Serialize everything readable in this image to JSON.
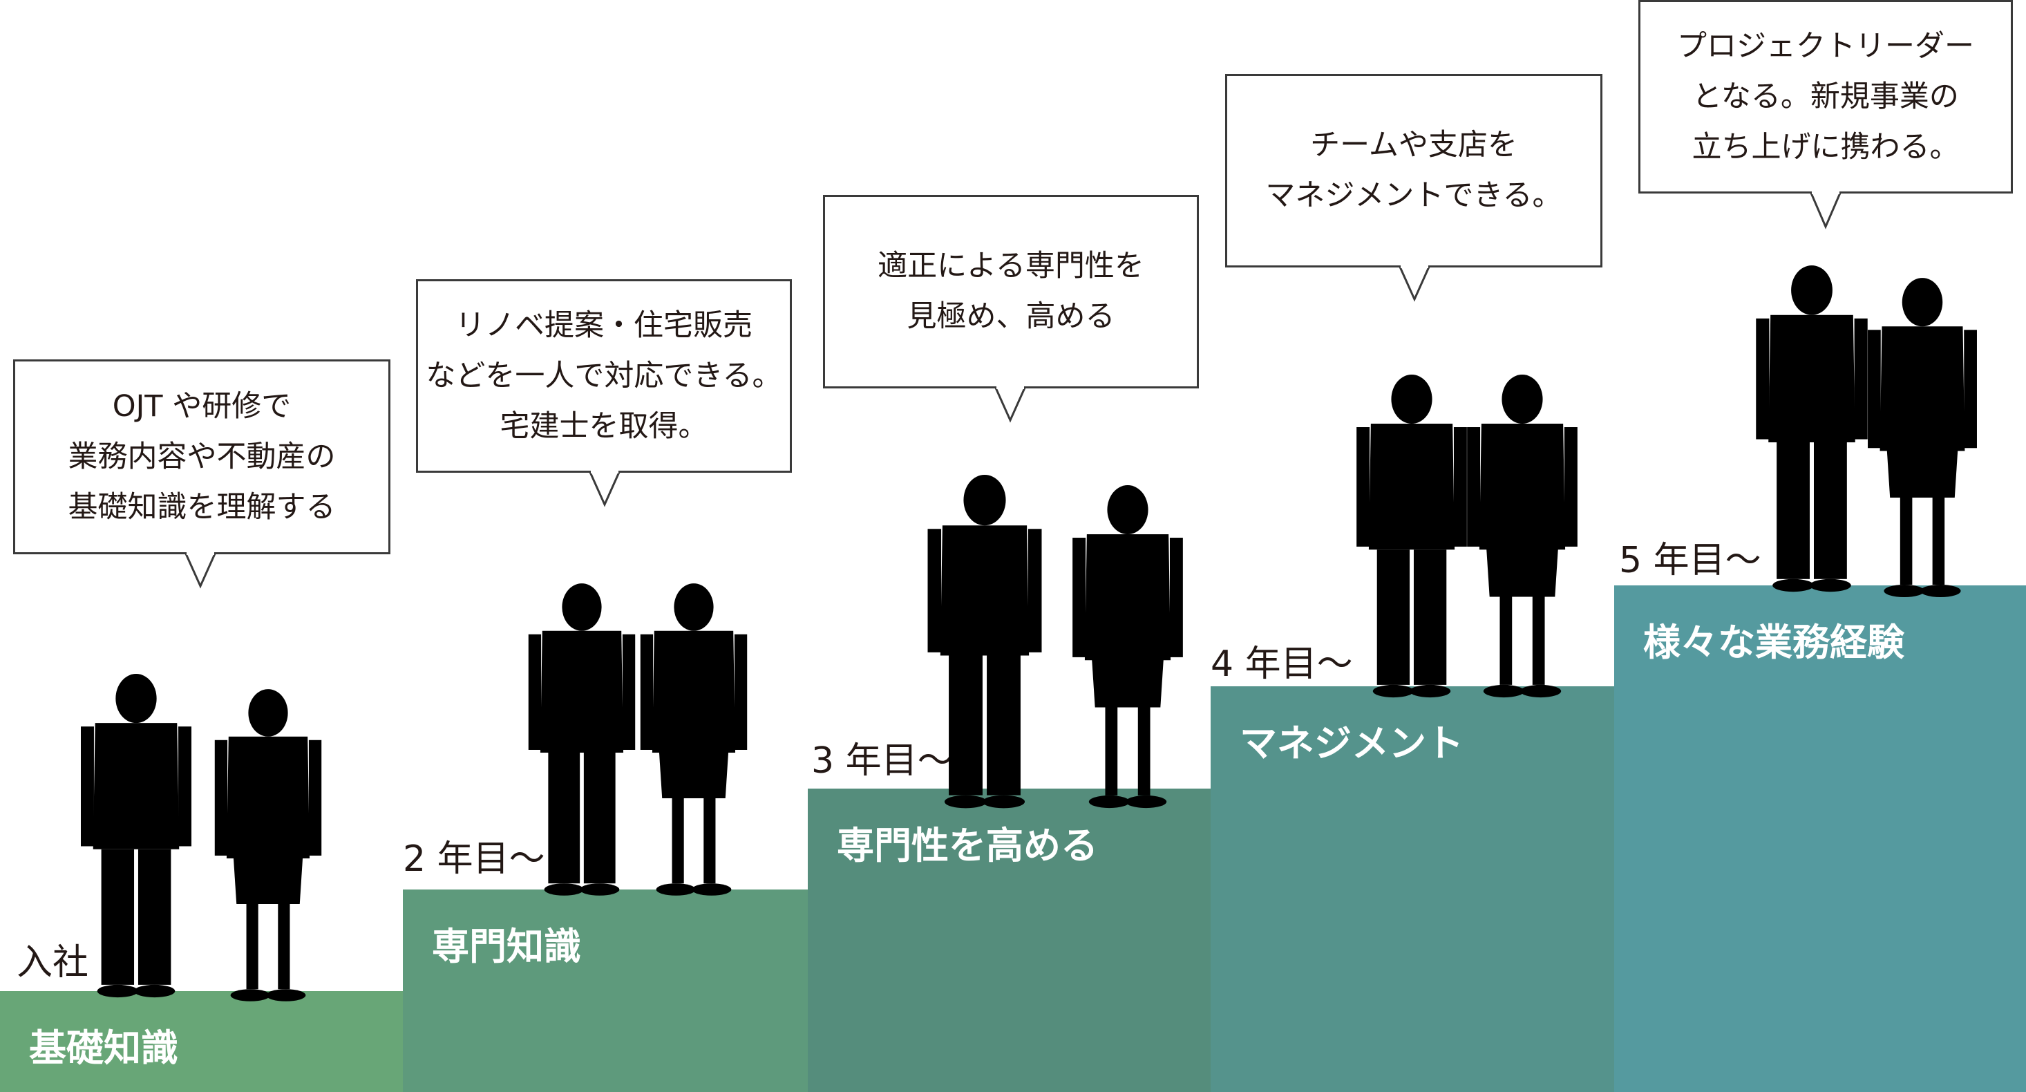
{
  "steps": [
    {
      "year": "入社",
      "label": "基礎知識",
      "color": "#68a677",
      "bubble": [
        "OJT や研修で",
        "業務内容や不動産の",
        "基礎知識を理解する"
      ]
    },
    {
      "year": "2 年目〜",
      "label": "専門知識",
      "color": "#5e9a7c",
      "bubble": [
        "リノベ提案・住宅販売",
        "などを一人で対応できる。",
        "宅建士を取得。"
      ]
    },
    {
      "year": "3 年目〜",
      "label": "専門性を高める",
      "color": "#558d7c",
      "bubble": [
        "適正による専門性を",
        "見極め、高める"
      ]
    },
    {
      "year": "4 年目〜",
      "label": "マネジメント",
      "color": "#55938c",
      "bubble": [
        "チームや支店を",
        "マネジメントできる。"
      ]
    },
    {
      "year": "5 年目〜",
      "label": "様々な業務経験",
      "color": "#559a9f",
      "bubble": [
        "プロジェクトリーダー",
        "となる。新規事業の",
        "立ち上げに携わる。"
      ]
    }
  ]
}
